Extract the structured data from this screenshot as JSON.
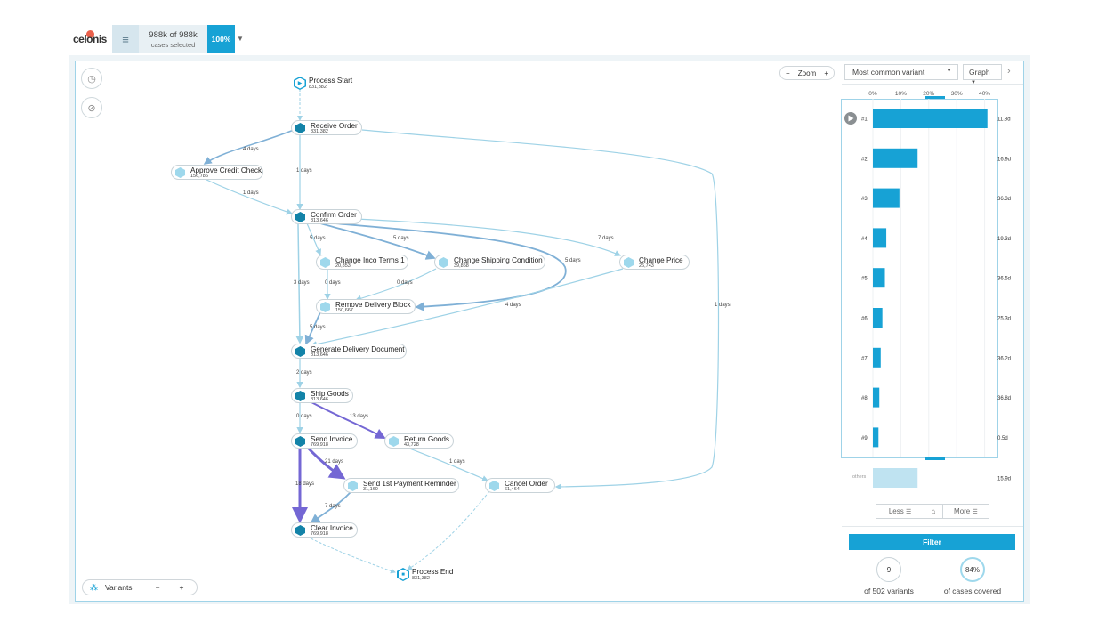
{
  "topbar": {
    "logo": "celonis",
    "cases_main": "988k of 988k",
    "cases_sub": "cases selected",
    "percent": "100%"
  },
  "colors": {
    "accent": "#17a2d5",
    "node_dark": "#1383a8",
    "node_light": "#9ed8ec",
    "edge_light": "#9ed2e6",
    "edge_mid": "#7fb0d6",
    "edge_strong": "#7467d4"
  },
  "toolbar": {
    "zoom_label": "Zoom",
    "zoom_minus": "−",
    "zoom_plus": "+"
  },
  "bottom_controls": {
    "variants_label": "Variants",
    "minus": "−",
    "plus": "+"
  },
  "process": {
    "start": {
      "name": "Process Start",
      "count": "831,382"
    },
    "end": {
      "name": "Process End",
      "count": "831,382"
    },
    "nodes": [
      {
        "name": "Receive Order",
        "count": "831,382"
      },
      {
        "name": "Approve Credit Check",
        "count": "156,786"
      },
      {
        "name": "Confirm Order",
        "count": "813,646"
      },
      {
        "name": "Change Inco Terms 1",
        "count": "20,853"
      },
      {
        "name": "Change Shipping Condition",
        "count": "39,858"
      },
      {
        "name": "Change Price",
        "count": "26,743"
      },
      {
        "name": "Remove Delivery Block",
        "count": "150,667"
      },
      {
        "name": "Generate Delivery Document",
        "count": "813,646"
      },
      {
        "name": "Ship Goods",
        "count": "813,646"
      },
      {
        "name": "Send Invoice",
        "count": "769,918"
      },
      {
        "name": "Return Goods",
        "count": "43,728"
      },
      {
        "name": "Send 1st Payment Reminder",
        "count": "31,160"
      },
      {
        "name": "Cancel Order",
        "count": "61,464"
      },
      {
        "name": "Clear Invoice",
        "count": "769,918"
      }
    ],
    "edge_labels": [
      "4 days",
      "1 days",
      "1 days",
      "1 days",
      "5 days",
      "5 days",
      "7 days",
      "5 days",
      "0 days",
      "0 days",
      "3 days",
      "4 days",
      "5 days",
      "2 days",
      "0 days",
      "13 days",
      "21 days",
      "1 days",
      "18 days",
      "7 days"
    ]
  },
  "panel": {
    "select_label": "Most common variant",
    "graph_label": "Graph",
    "next": "›",
    "axis_ticks": [
      "0%",
      "10%",
      "20%",
      "30%",
      "40%"
    ],
    "others_label": "others",
    "less_label": "Less",
    "more_label": "More",
    "home_icon": "⌂",
    "filter_label": "Filter",
    "stats": [
      {
        "value": "9",
        "label": "of 502 variants"
      },
      {
        "value": "84%",
        "label": "of cases covered"
      }
    ]
  },
  "chart_data": {
    "type": "bar",
    "orientation": "horizontal",
    "categories": [
      "#1",
      "#2",
      "#3",
      "#4",
      "#5",
      "#6",
      "#7",
      "#8",
      "#9",
      "others"
    ],
    "values": [
      41,
      16,
      9.5,
      4.8,
      4.3,
      3.4,
      2.8,
      2.3,
      2.0,
      16
    ],
    "durations": [
      "11.8d",
      "16.9d",
      "36.3d",
      "19.3d",
      "36.5d",
      "25.3d",
      "36.2d",
      "36.8d",
      "0.5d",
      "15.9d"
    ],
    "xlim": [
      0,
      45
    ],
    "grid": true
  }
}
